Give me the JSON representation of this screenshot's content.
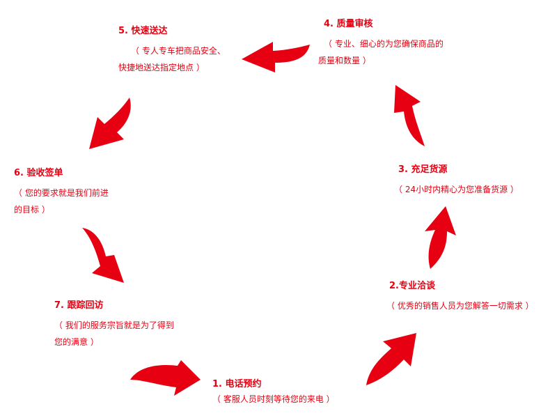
{
  "accent_color": "#e60012",
  "steps": [
    {
      "id": "step1",
      "title": "1. 电话预约",
      "desc": [
        "（ 客服人员时刻等待您的来电 ）"
      ]
    },
    {
      "id": "step2",
      "title": "2.专业洽谈",
      "desc": [
        "（ 优秀的销售人员为您解答一切需求 ）"
      ]
    },
    {
      "id": "step3",
      "title": "3. 充足货源",
      "desc": [
        "（ 24小时内精心为您准备货源 ）"
      ]
    },
    {
      "id": "step4",
      "title": "4. 质量审核",
      "desc": [
        "（ 专业、细心的为您确保商品的",
        "质量和数量 ）"
      ]
    },
    {
      "id": "step5",
      "title": "5. 快速送达",
      "desc": [
        "（ 专人专车把商品安全、",
        "快捷地送达指定地点 ）"
      ]
    },
    {
      "id": "step6",
      "title": "6. 验收签单",
      "desc": [
        "（ 您的要求就是我们前进",
        "的目标 ）"
      ]
    },
    {
      "id": "step7",
      "title": "7. 跟踪回访",
      "desc": [
        "（ 我们的服务宗旨就是为了得到",
        "您的满意 ）"
      ]
    }
  ],
  "arrows": [
    {
      "name": "arrow-7-to-1"
    },
    {
      "name": "arrow-1-to-2"
    },
    {
      "name": "arrow-2-to-3"
    },
    {
      "name": "arrow-3-to-4"
    },
    {
      "name": "arrow-4-to-5"
    },
    {
      "name": "arrow-5-to-6"
    },
    {
      "name": "arrow-6-to-7"
    }
  ]
}
